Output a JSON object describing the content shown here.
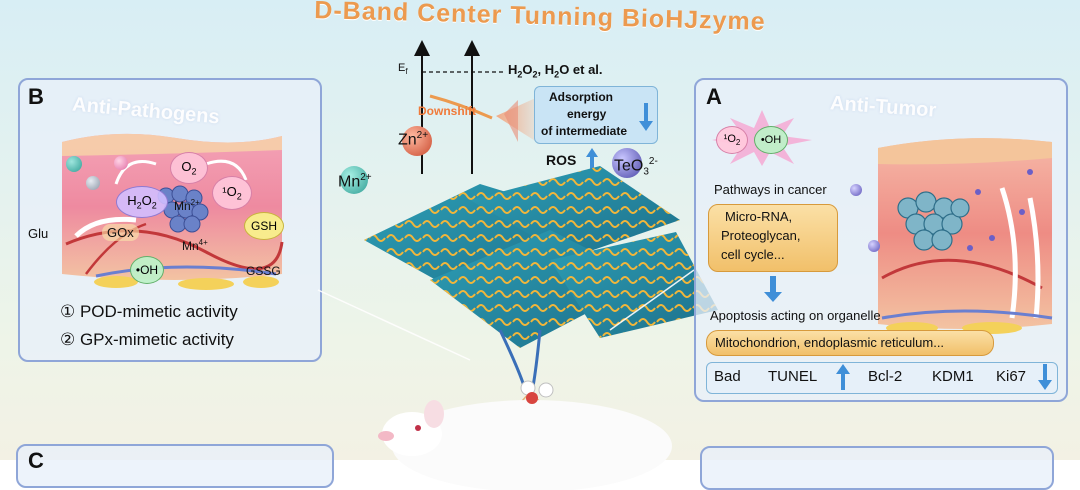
{
  "title": "D-Band Center Tunning BioHJzyme",
  "energy": {
    "ef_label": "E",
    "ef_sub": "f",
    "h2o2_label_a": "H",
    "h2o2_label_b": "2",
    "h2o2_label_c": "O",
    "h2o2_label_d": "2",
    "h2o2_label_e": ", H",
    "h2o2_label_f": "2",
    "h2o2_label_g": "O et al.",
    "downshift": "Downshift",
    "adsorption": [
      "Adsorption",
      "energy",
      "of intermediate"
    ],
    "ros": "ROS",
    "zn": "Zn",
    "zn_sup": "2+",
    "teo3": "TeO",
    "teo3_sub": "3",
    "teo3_sup": "2-",
    "mn": "Mn",
    "mn_sup": "2+"
  },
  "panel_b": {
    "letter": "B",
    "subtitle": "Anti-Pathogens",
    "labels": {
      "o2": "O",
      "o2_sub": "2",
      "h2o2": "H",
      "h2o2_s1": "2",
      "h2o2_o": "O",
      "h2o2_s2": "2",
      "singlet": "¹O",
      "singlet_sub": "2",
      "mn2": "Mn",
      "mn2_sup": "2+",
      "mn4": "Mn",
      "mn4_sup": "4+",
      "gox": "GOx",
      "glu": "Glu",
      "gsh": "GSH",
      "gssg": "GSSG",
      "oh": "•OH"
    },
    "activities": [
      "① POD-mimetic activity",
      "② GPx-mimetic activity"
    ]
  },
  "panel_a": {
    "letter": "A",
    "subtitle": "Anti-Tumor",
    "singlet": "¹O",
    "singlet_sub": "2",
    "oh": "•OH",
    "pathways": "Pathways in cancer",
    "pathway_box": [
      "Micro-RNA,",
      "Proteoglycan,",
      "cell cycle..."
    ],
    "apoptosis": "Apoptosis acting on organelle",
    "organelle_box": "Mitochondrion, endoplasmic reticulum...",
    "up_markers": [
      "Bad",
      "TUNEL"
    ],
    "down_markers": [
      "Bcl-2",
      "KDM1",
      "Ki67"
    ]
  },
  "bottom_left_letter": "C",
  "colors": {
    "title": "#ec9a4f",
    "panel_border": "#8fa6d8",
    "up_arrow": "#3f8fd8",
    "down_arrow": "#3f8fd8"
  }
}
